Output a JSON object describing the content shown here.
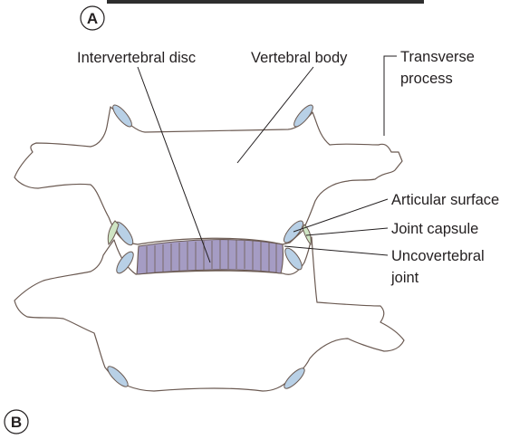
{
  "panel_labels": {
    "top": "A",
    "bottom": "B"
  },
  "labels": {
    "intervertebral_disc": "Intervertebral disc",
    "vertebral_body": "Vertebral body",
    "transverse_process_1": "Transverse",
    "transverse_process_2": "process",
    "articular_surface": "Articular surface",
    "joint_capsule": "Joint capsule",
    "uncovertebral_joint_1": "Uncovertebral",
    "uncovertebral_joint_2": "joint"
  },
  "colors": {
    "bone_outline": "#6b5a52",
    "disc_fill": "#a59cc4",
    "articular_fill": "#b8d0e6",
    "capsule_fill": "#cfe5c4",
    "photo_strip": "#2e2e2e"
  }
}
